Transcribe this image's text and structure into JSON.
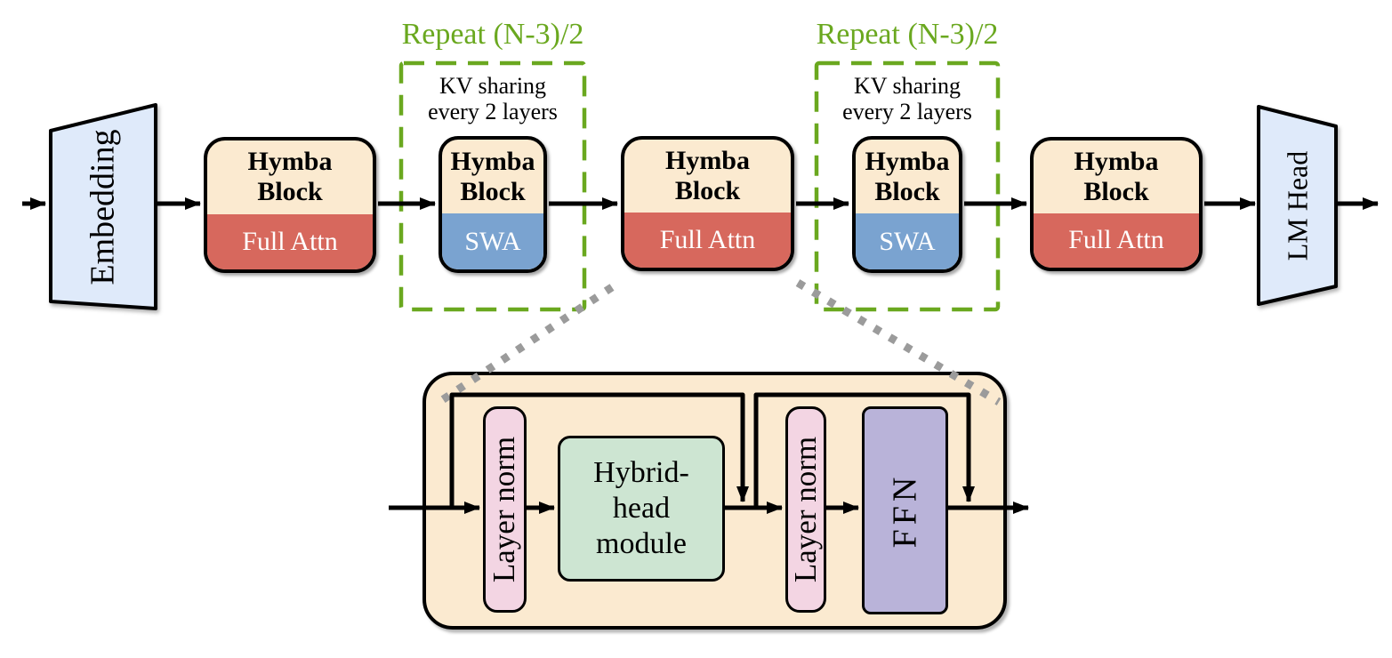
{
  "pipeline": {
    "embedding": {
      "label": "Embedding"
    },
    "blocks": [
      {
        "name": "Hymba\nBlock",
        "tag": "Full Attn",
        "tag_color": "#d7685d"
      },
      {
        "name": "Hymba\nBlock",
        "tag": "SWA",
        "tag_color": "#7aa3d0"
      },
      {
        "name": "Hymba\nBlock",
        "tag": "Full Attn",
        "tag_color": "#d7685d"
      },
      {
        "name": "Hymba\nBlock",
        "tag": "SWA",
        "tag_color": "#7aa3d0"
      },
      {
        "name": "Hymba\nBlock",
        "tag": "Full Attn",
        "tag_color": "#d7685d"
      }
    ],
    "lm_head": {
      "label": "LM Head"
    },
    "repeat_groups": [
      {
        "label": "Repeat (N-3)/2",
        "note": "KV sharing\nevery 2 layers"
      },
      {
        "label": "Repeat (N-3)/2",
        "note": "KV sharing\nevery 2 layers"
      }
    ]
  },
  "block_detail": {
    "layer_norm_1": {
      "label": "Layer norm"
    },
    "hybrid_head": {
      "label": "Hybrid-\nhead\nmodule"
    },
    "layer_norm_2": {
      "label": "Layer norm"
    },
    "ffn": {
      "label": "FFN"
    }
  },
  "colors": {
    "block_bg": "#fbead0",
    "full_attn_red": "#d7685d",
    "swa_blue": "#7aa3d0",
    "trapezoid_blue": "#dfeafa",
    "repeat_green": "#6aa81f",
    "layer_norm_pink": "#f3d5e3",
    "hybrid_green": "#cde5d2",
    "ffn_purple": "#b9b3d9",
    "dotted_gray": "#9b9b9b",
    "arrow_black": "#000000"
  }
}
